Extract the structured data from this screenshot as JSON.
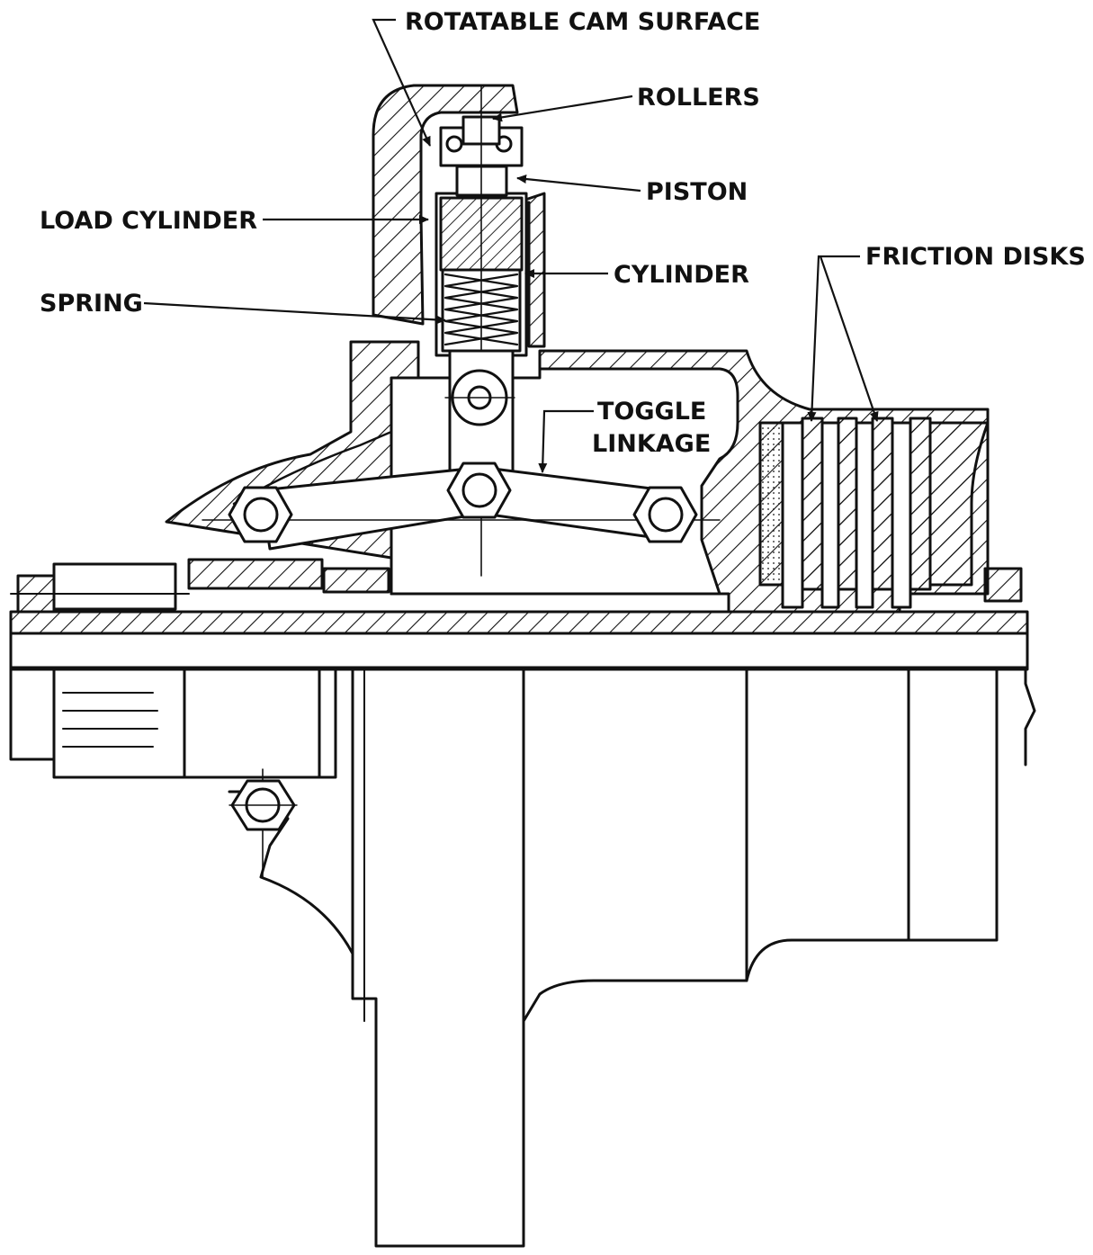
{
  "labels": {
    "rotatable_cam_surface": "ROTATABLE CAM SURFACE",
    "rollers": "ROLLERS",
    "piston": "PISTON",
    "load_cylinder": "LOAD CYLINDER",
    "cylinder": "CYLINDER",
    "friction_disks": "FRICTION DISKS",
    "spring": "SPRING",
    "toggle": "TOGGLE",
    "linkage": "LINKAGE"
  },
  "colors": {
    "ink": "#111111",
    "paper": "#ffffff"
  }
}
